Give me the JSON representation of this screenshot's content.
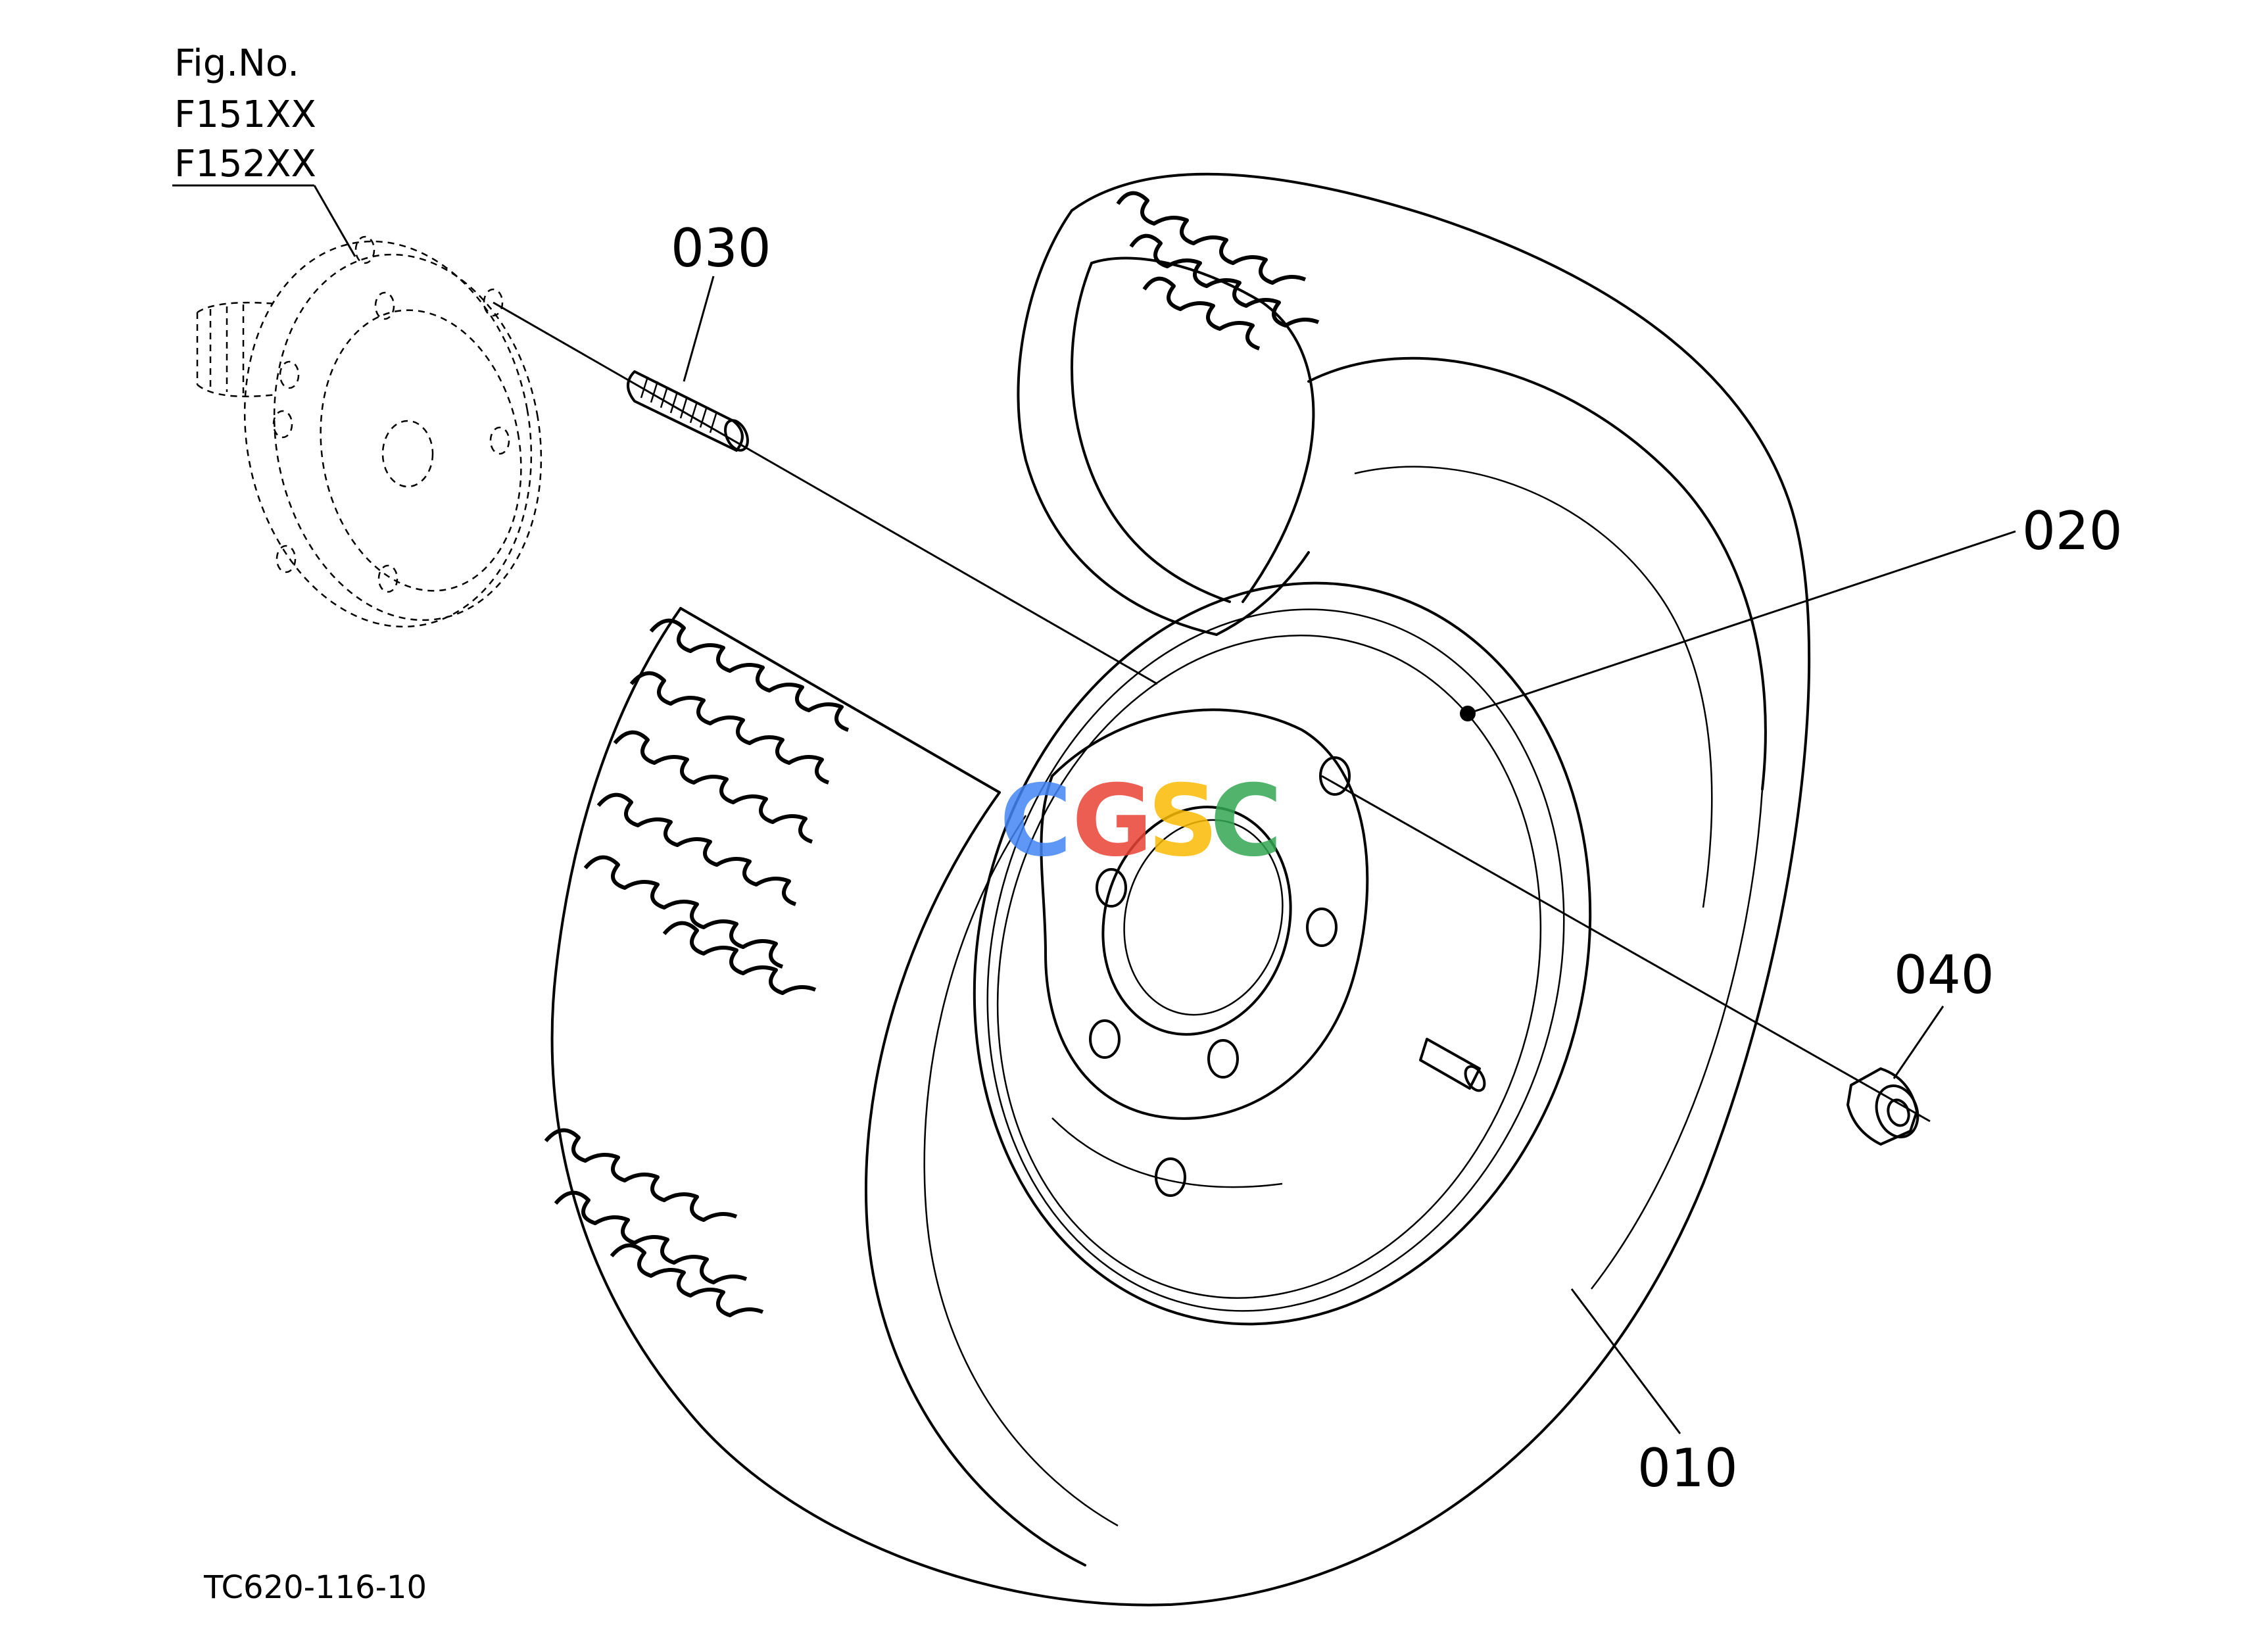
{
  "figure_number": {
    "label": "Fig.No.",
    "codes": [
      "F151XX",
      "F152XX"
    ]
  },
  "callouts": [
    {
      "id": "010",
      "text": "010"
    },
    {
      "id": "020",
      "text": "020"
    },
    {
      "id": "030",
      "text": "030"
    },
    {
      "id": "040",
      "text": "040"
    }
  ],
  "drawing_code": "TC620-116-10",
  "watermark": {
    "letters": [
      "C",
      "G",
      "S",
      "C"
    ],
    "colors": [
      "#4285F4",
      "#EA4335",
      "#FBBC05",
      "#34A853"
    ]
  }
}
